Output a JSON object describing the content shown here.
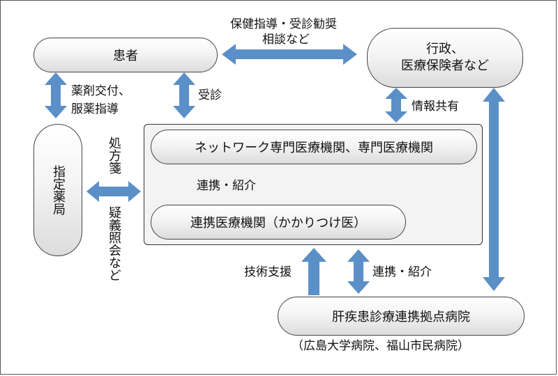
{
  "nodes": {
    "patient": "患者",
    "administration": "行政、\n医療保険者など",
    "pharmacy": "指定薬局",
    "network_hospital": "ネットワーク専門医療機関、専門医療機関",
    "affiliated_clinic": "連携医療機関（かかりつけ医）",
    "base_hospital": "肝疾患診療連携拠点病院",
    "base_hospital_note": "（広島大学病院、福山市民病院）"
  },
  "labels": {
    "health_guidance_line1": "保健指導・受診勧奨",
    "health_guidance_line2": "相談など",
    "dispensing": "薬剤交付、\n服薬指導",
    "consultation": "受診",
    "info_sharing": "情報共有",
    "prescription": "処方箋",
    "inquiry": "疑義照会など",
    "coop_intro_upper": "連携・紹介",
    "tech_support": "技術支援",
    "coop_intro_lower": "連携・紹介"
  },
  "colors": {
    "arrow": "#5b8fc7",
    "border": "#444444"
  }
}
